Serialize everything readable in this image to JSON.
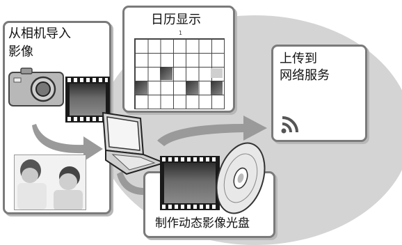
{
  "cards": {
    "import": {
      "title_line1": "从相机导入",
      "title_line2": "影像"
    },
    "calendar": {
      "title": "日历显示",
      "month_label": "1"
    },
    "upload": {
      "title_line1": "上传到",
      "title_line2": "网络服务"
    },
    "disc": {
      "title": "制作动态影像光盘"
    }
  },
  "icons": {
    "camera": "camera-icon",
    "laptop": "laptop-icon",
    "disc": "disc-icon",
    "wireless": "wireless-signal-icon",
    "film_strip": "film-strip-icon",
    "arrow": "arrow-icon"
  },
  "colors": {
    "background_ellipse": "#d4d4d4",
    "card_border": "#7a7a7a",
    "arrow": "#9a9a9a"
  }
}
